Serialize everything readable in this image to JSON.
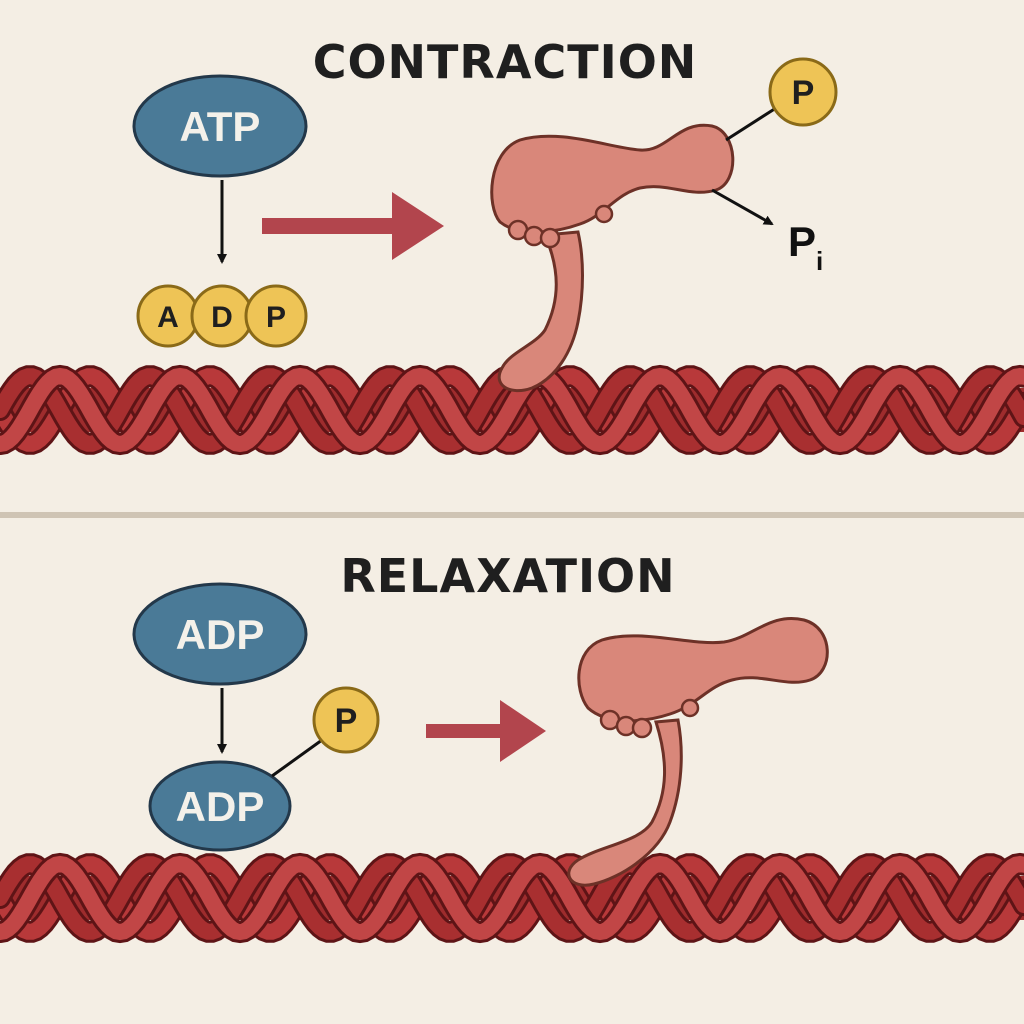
{
  "panels": {
    "contraction": {
      "title": "CONTRACTION",
      "molecule": "ATP",
      "product_beads": [
        "A",
        "D",
        "P"
      ],
      "phosphate": "P",
      "released": {
        "base": "P",
        "subscript": "i"
      }
    },
    "relaxation": {
      "title": "RELAXATION",
      "molecule_top": "ADP",
      "molecule_bottom": "ADP",
      "phosphate": "P"
    }
  },
  "colors": {
    "background": "#f4eee4",
    "pill_blue": "#4a7a97",
    "bead_yellow": "#eec456",
    "myosin": "#d9877a",
    "actin": "#b8393a",
    "arrow": "#b2454d",
    "divider": "#cfc4b4"
  }
}
